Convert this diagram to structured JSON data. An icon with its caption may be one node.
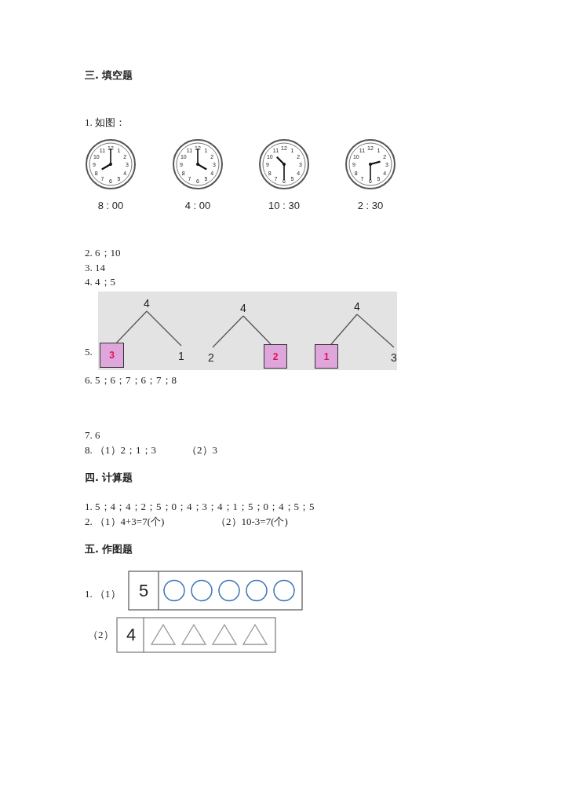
{
  "diagram": {
    "nodes": [
      {
        "text": [
          "4"
        ]
      },
      {
        "text": [
          "3"
        ]
      },
      {
        "text": [
          "1"
        ]
      },
      {
        "text": [
          "4"
        ]
      },
      {
        "text": [
          "2"
        ]
      },
      {
        "text": [
          "2"
        ]
      },
      {
        "text": [
          "4"
        ]
      },
      {
        "text": [
          "1"
        ]
      },
      {
        "text": [
          "3"
        ]
      }
    ],
    "edges": [
      {
        "from": 0,
        "to": 1,
        "arrow": "none"
      },
      {
        "from": 0,
        "to": 2,
        "arrow": "none"
      },
      {
        "from": 3,
        "to": 4,
        "arrow": "none"
      },
      {
        "from": 3,
        "to": 5,
        "arrow": "none"
      },
      {
        "from": 6,
        "to": 7,
        "arrow": "none"
      },
      {
        "from": 6,
        "to": 8,
        "arrow": "none"
      }
    ],
    "labels": [
      "三. 填空题",
      "1. 如图：",
      "12",
      "1",
      "2",
      "3",
      "4",
      "5",
      "6",
      "7",
      "8",
      "9",
      "10",
      "11",
      "12",
      "1",
      "2",
      "3",
      "4",
      "5",
      "6",
      "7",
      "8",
      "9",
      "10",
      "11",
      "12",
      "1",
      "2",
      "3",
      "4",
      "5",
      "6",
      "7",
      "8",
      "9",
      "10",
      "11",
      "12",
      "1",
      "2",
      "3",
      "4",
      "5",
      "6",
      "7",
      "8",
      "9",
      "10",
      "11",
      "8 : 00",
      "4 : 00",
      "10 : 30",
      "2 : 30",
      "2. 6；10",
      "3. 14",
      "4. 4；5",
      "5.",
      "6. 5；6；7；6；7；8",
      "7. 6",
      "8. （1）2；1；3",
      "（2）3",
      "四. 计算题",
      "1. 5；4；4；2；5；0；4；3；4；1；5；0；4；5；5",
      "2. （1）4+3=7(个)",
      "（2）10-3=7(个)",
      "五. 作图题",
      "1. （1）",
      "5",
      "（2）",
      "4"
    ]
  }
}
